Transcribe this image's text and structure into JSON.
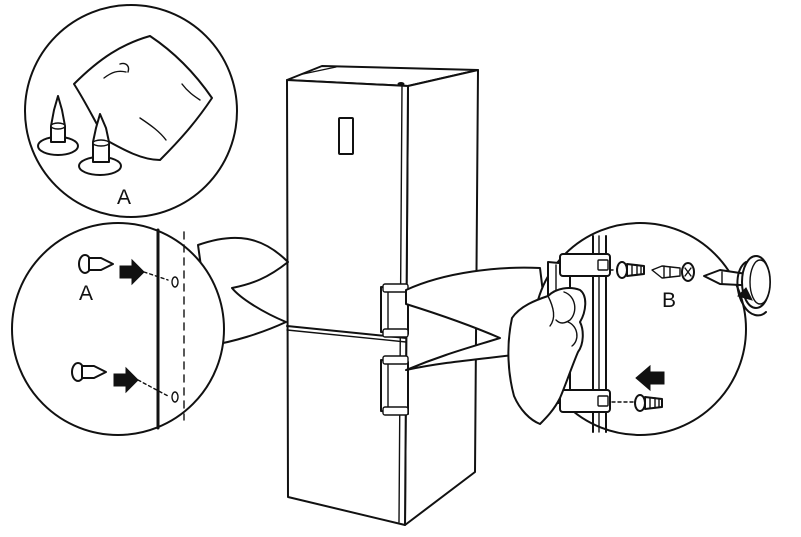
{
  "labels": {
    "nose_cap_a_top": "A",
    "nose_cap_a_left": "A",
    "screw_cap_b": "B"
  }
}
